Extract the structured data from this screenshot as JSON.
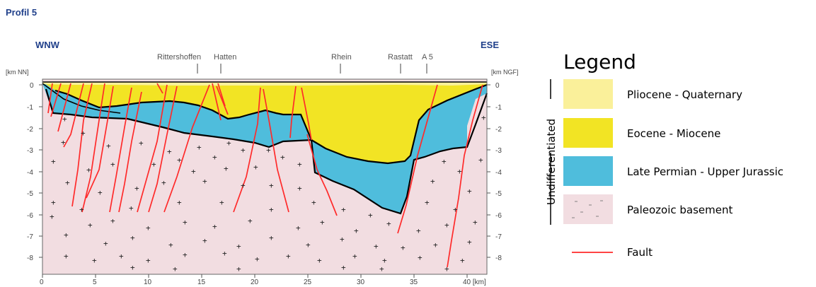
{
  "profile": {
    "title": "Profil 5",
    "direction_left": "WNW",
    "direction_right": "ESE",
    "locations": [
      "Rittershoffen",
      "Hatten",
      "Rhein",
      "Rastatt",
      "A 5"
    ],
    "left_axis_title": "[km NN]",
    "right_axis_title": "[km NGF]",
    "x_ticks": [
      "0",
      "5",
      "10",
      "15",
      "20",
      "25",
      "30",
      "35",
      "40 [km]"
    ],
    "y_ticks": [
      "0",
      "-1",
      "-2",
      "-3",
      "-4",
      "-5",
      "-6",
      "-7",
      "-8"
    ]
  },
  "legend": {
    "title": "Legend",
    "group_label": "Undifferentiated",
    "items": [
      {
        "label": "Pliocene - Quaternary",
        "color": "#faf09a"
      },
      {
        "label": "Eocene - Miocene",
        "color": "#f2e424"
      },
      {
        "label": "Late Permian - Upper Jurassic",
        "color": "#4fbddc"
      },
      {
        "label": "Paleozoic basement",
        "color": "#f2dde1"
      },
      {
        "label": "Fault",
        "color": "#ff2a2a"
      }
    ]
  },
  "colors": {
    "fault": "#ff2a2a",
    "boundary": "#000000",
    "title": "#1f3f8a"
  }
}
